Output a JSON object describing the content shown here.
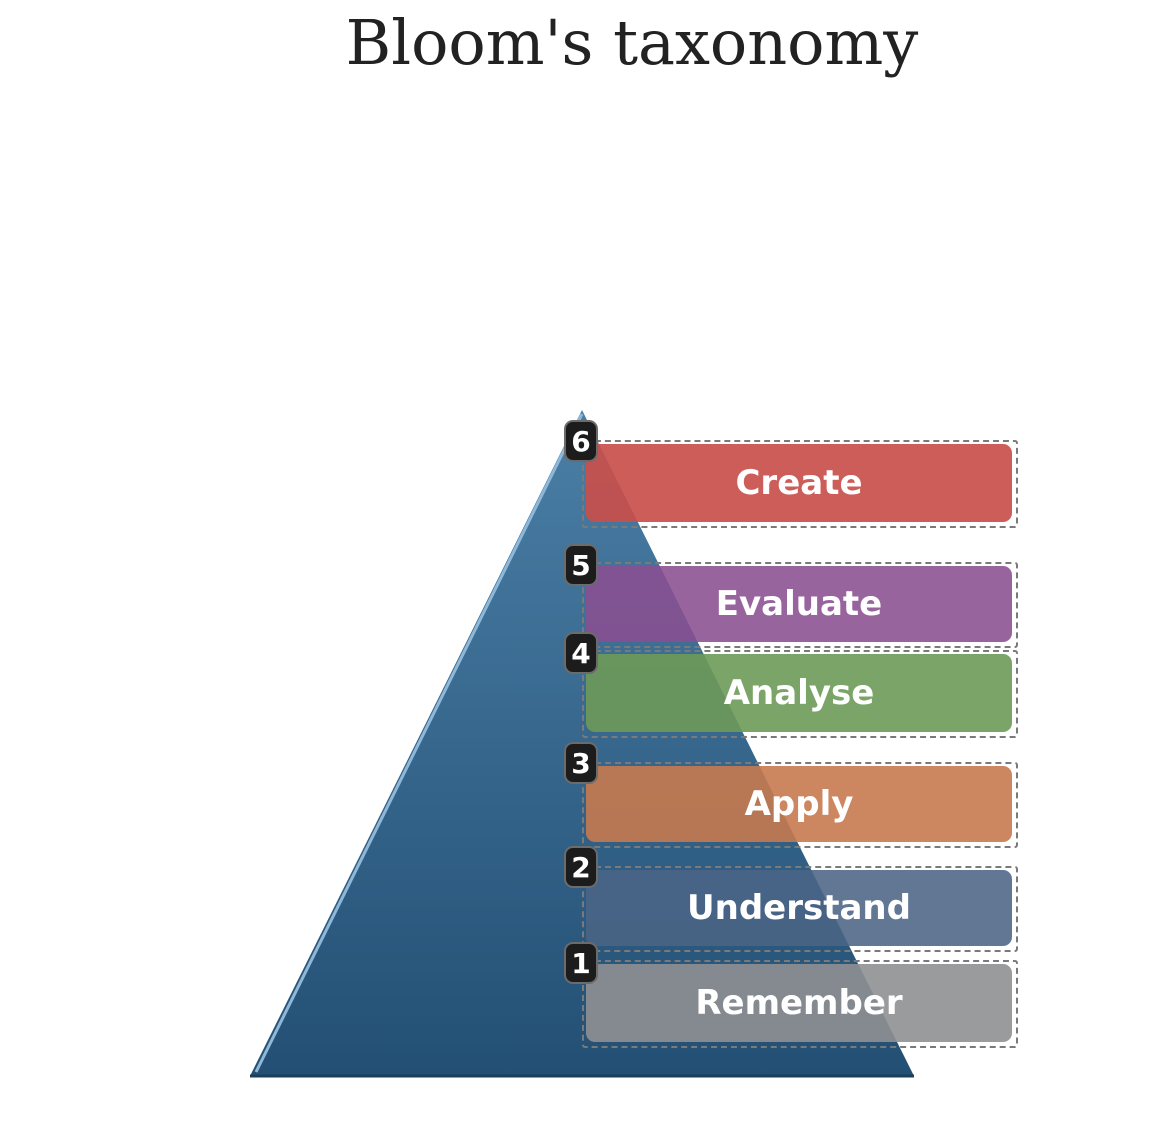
{
  "title": "Bloom's taxonomy",
  "colors": {
    "pyramid": "#2a5a80",
    "create": "#c94f4b",
    "evaluate": "#8a4f91",
    "analyse": "#6d9a58",
    "apply": "#c77a4f",
    "understand": "#4b6485",
    "remember": "#8f9092"
  },
  "levels": [
    {
      "number": "6",
      "label": "Create"
    },
    {
      "number": "5",
      "label": "Evaluate"
    },
    {
      "number": "4",
      "label": "Analyse"
    },
    {
      "number": "3",
      "label": "Apply"
    },
    {
      "number": "2",
      "label": "Understand"
    },
    {
      "number": "1",
      "label": "Remember"
    }
  ]
}
